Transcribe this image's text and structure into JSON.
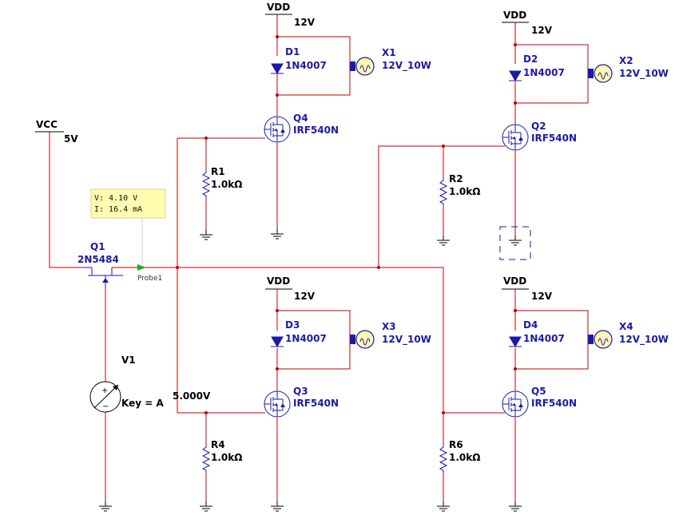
{
  "supplies": {
    "vcc": {
      "name": "VCC",
      "value": "5V"
    },
    "vdd1": {
      "name": "VDD",
      "value": "12V"
    },
    "vdd2": {
      "name": "VDD",
      "value": "12V"
    },
    "vdd3": {
      "name": "VDD",
      "value": "12V"
    },
    "vdd4": {
      "name": "VDD",
      "value": "12V"
    }
  },
  "diodes": {
    "d1": {
      "ref": "D1",
      "part": "1N4007"
    },
    "d2": {
      "ref": "D2",
      "part": "1N4007"
    },
    "d3": {
      "ref": "D3",
      "part": "1N4007"
    },
    "d4": {
      "ref": "D4",
      "part": "1N4007"
    }
  },
  "lamps": {
    "x1": {
      "ref": "X1",
      "part": "12V_10W"
    },
    "x2": {
      "ref": "X2",
      "part": "12V_10W"
    },
    "x3": {
      "ref": "X3",
      "part": "12V_10W"
    },
    "x4": {
      "ref": "X4",
      "part": "12V_10W"
    }
  },
  "mosfets": {
    "q4": {
      "ref": "Q4",
      "part": "IRF540N"
    },
    "q2": {
      "ref": "Q2",
      "part": "IRF540N"
    },
    "q3": {
      "ref": "Q3",
      "part": "IRF540N"
    },
    "q5": {
      "ref": "Q5",
      "part": "IRF540N"
    }
  },
  "jfet": {
    "ref": "Q1",
    "part": "2N5484"
  },
  "resistors": {
    "r1": {
      "ref": "R1",
      "value": "1.0kΩ"
    },
    "r2": {
      "ref": "R2",
      "value": "1.0kΩ"
    },
    "r4": {
      "ref": "R4",
      "value": "1.0kΩ"
    },
    "r6": {
      "ref": "R6",
      "value": "1.0kΩ"
    }
  },
  "source": {
    "ref": "V1",
    "key": "Key = A",
    "reading": "5.000V"
  },
  "probe": {
    "name": "Probe1",
    "voltage": "V: 4.10 V",
    "current": "I: 16.4 mA"
  }
}
